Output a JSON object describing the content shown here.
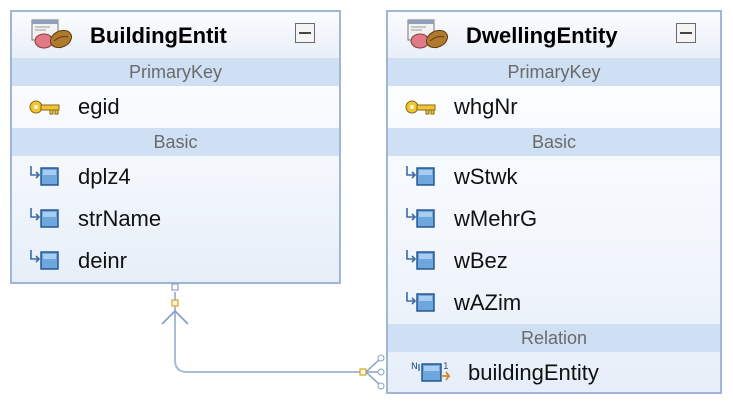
{
  "entities": [
    {
      "title": "BuildingEntit",
      "icon": "entity-beans-icon",
      "sections": [
        {
          "name": "PrimaryKey",
          "fields": [
            {
              "label": "egid",
              "icon": "key-icon"
            }
          ]
        },
        {
          "name": "Basic",
          "fields": [
            {
              "label": "dplz4",
              "icon": "basic-attribute-icon"
            },
            {
              "label": "strName",
              "icon": "basic-attribute-icon"
            },
            {
              "label": "deinr",
              "icon": "basic-attribute-icon"
            }
          ]
        }
      ]
    },
    {
      "title": "DwellingEntity",
      "icon": "entity-beans-icon",
      "sections": [
        {
          "name": "PrimaryKey",
          "fields": [
            {
              "label": "whgNr",
              "icon": "key-icon"
            }
          ]
        },
        {
          "name": "Basic",
          "fields": [
            {
              "label": "wStwk",
              "icon": "basic-attribute-icon"
            },
            {
              "label": "wMehrG",
              "icon": "basic-attribute-icon"
            },
            {
              "label": "wBez",
              "icon": "basic-attribute-icon"
            },
            {
              "label": "wAZim",
              "icon": "basic-attribute-icon"
            }
          ]
        },
        {
          "name": "Relation",
          "fields": [
            {
              "label": "buildingEntity",
              "icon": "many-to-one-relation-icon"
            }
          ]
        }
      ]
    }
  ],
  "colors": {
    "border": "#9fb6d8",
    "section": "#cfdff4",
    "connector": "#a8bcd8",
    "connector_end": "#d1a52a"
  }
}
